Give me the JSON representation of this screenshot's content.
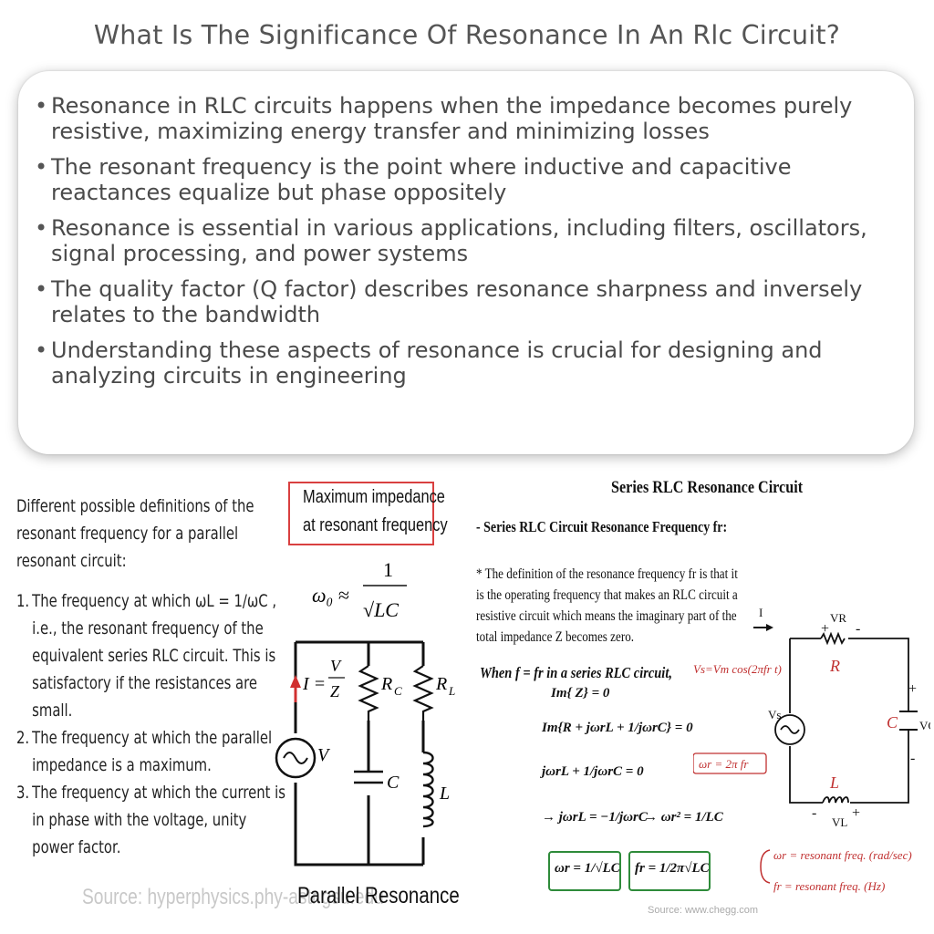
{
  "page": {
    "title": "What Is The Significance Of Resonance In An Rlc Circuit?"
  },
  "summary": {
    "bullets": [
      "Resonance in RLC circuits happens when the impedance becomes purely resistive, maximizing energy transfer and minimizing losses",
      "The resonant frequency is the point where inductive and capacitive reactances equalize but phase oppositely",
      "Resonance is essential in various applications, including filters, oscillators, signal processing, and power systems",
      "The quality factor (Q factor) describes resonance sharpness and inversely relates to the bandwidth",
      "Understanding these aspects of resonance is crucial for designing and analyzing circuits in engineering"
    ]
  },
  "left_figure": {
    "intro": "Different possible definitions of the resonant frequency for a parallel resonant circuit:",
    "items": [
      {
        "num": "1.",
        "text": "The frequency at which ωL = 1/ωC , i.e., the resonant frequency of the equivalent series RLC circuit. This is satisfactory if the resistances are small."
      },
      {
        "num": "2.",
        "text": "The frequency at which the parallel impedance is a maximum."
      },
      {
        "num": "3.",
        "text": "The frequency at which the current is in phase with the voltage, unity power factor."
      }
    ],
    "box_line1": "Maximum impedance",
    "box_line2": "at resonant frequency",
    "formula_lhs": "ω₀ ≈",
    "formula_num": "1",
    "formula_den": "√LC",
    "label_I": "I =",
    "label_V_over": "V",
    "label_Z": "Z",
    "label_RC": "R",
    "label_RC_sub": "C",
    "label_RL": "R",
    "label_RL_sub": "L",
    "label_C": "C",
    "label_L": "L",
    "label_V": "V",
    "caption": "Parallel Resonance",
    "source": "Source: hyperphysics.phy-astr.gsu.edu"
  },
  "right_figure": {
    "title": "Series RLC Resonance Circuit",
    "subtitle": "- Series RLC Circuit Resonance Frequency fr:",
    "definition": "* The definition of the resonance frequency fr is that it is the operating frequency that makes an RLC circuit a resistive circuit which means the imaginary part of the total impedance Z becomes zero.",
    "when": "When f = fr in a series RLC circuit,",
    "eq1": "Im{ Z} = 0",
    "eq2": "Im{R + jωrL + 1/jωrC} = 0",
    "eq3": "jωrL + 1/jωrC = 0",
    "eq4a": "→ jωrL = −1/jωrC",
    "eq4b": "→ ωr² = 1/LC",
    "eq5a": "ωr = 1/√LC",
    "eq5b": "fr = 1/2π√LC",
    "hand_vs": "Vs=Vm cos(2πfr t)",
    "hand_wr": "ωr = 2π fr",
    "hand_note1": "ωr = resonant freq. (rad/sec)",
    "hand_note2": "fr = resonant freq. (Hz)",
    "lbl_I": "I",
    "lbl_VR": "VR",
    "lbl_R": "R",
    "lbl_Vs": "Vs",
    "lbl_C": "C",
    "lbl_VC": "VC",
    "lbl_L": "L",
    "lbl_VL": "VL",
    "source": "Source: www.chegg.com"
  }
}
